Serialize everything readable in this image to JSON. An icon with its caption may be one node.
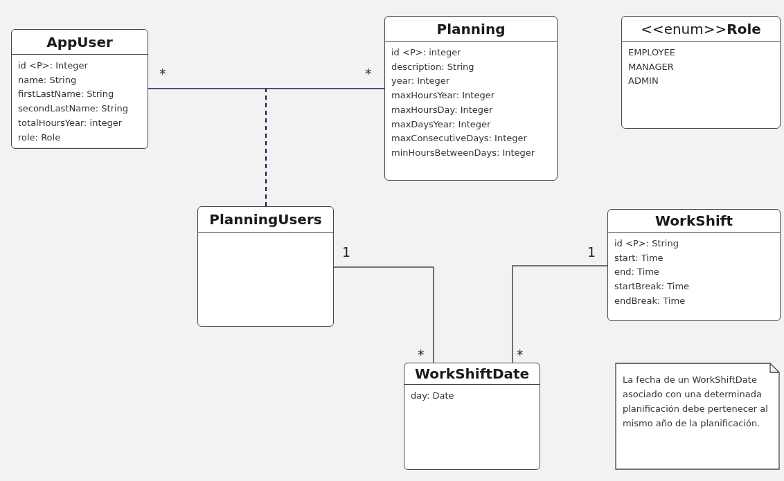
{
  "diagram": {
    "nodes": [
      {
        "text": [
          "AppUser",
          "id <P>: Integer",
          "name: String",
          "firstLastName: String",
          "secondLastName: String",
          "totalHoursYear: integer",
          "role: Role"
        ]
      },
      {
        "text": [
          "Planning",
          "id <P>: integer",
          "description: String",
          "year: Integer",
          "maxHoursYear: Integer",
          "maxHoursDay: Integer",
          "maxDaysYear: Integer",
          "maxConsecutiveDays: Integer",
          "minHoursBetweenDays: Integer"
        ]
      },
      {
        "text": [
          "<<enum>>**Role**",
          "EMPLOYEE",
          "MANAGER",
          "ADMIN"
        ]
      },
      {
        "text": [
          "PlanningUsers"
        ]
      },
      {
        "text": [
          "WorkShift",
          "id <P>: String",
          "start: Time",
          "end: Time",
          "startBreak: Time",
          "endBreak: Time"
        ]
      },
      {
        "text": [
          "WorkShiftDate",
          "day: Date"
        ]
      },
      {
        "text": [
          "La fecha de un WorkShiftDate asociado con una determinada planificación debe pertenecer al mismo año  de la planificación."
        ]
      }
    ],
    "edges": [
      {
        "from": 0,
        "to": 1,
        "arrow": "none",
        "color": "#14144f"
      },
      {
        "from": 3,
        "to": null,
        "arrow": "none",
        "style": "dashed",
        "color": "#14144f"
      },
      {
        "from": 3,
        "to": 5,
        "arrow": "none"
      },
      {
        "from": 4,
        "to": 5,
        "arrow": "none"
      }
    ],
    "labels": [
      "*",
      "*",
      "1",
      "1",
      "*",
      "*"
    ]
  }
}
